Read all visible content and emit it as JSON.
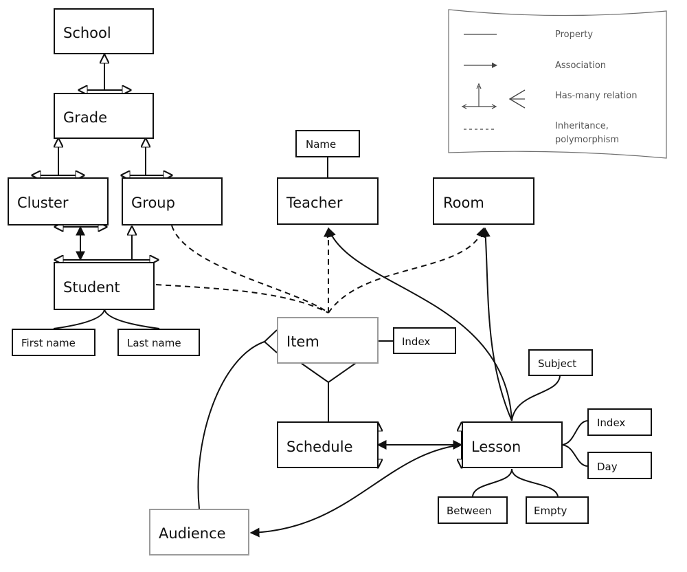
{
  "nodes": {
    "school": "School",
    "grade": "Grade",
    "cluster": "Cluster",
    "group": "Group",
    "student": "Student",
    "first_name": "First name",
    "last_name": "Last name",
    "name": "Name",
    "teacher": "Teacher",
    "room": "Room",
    "item": "Item",
    "index_item": "Index",
    "schedule": "Schedule",
    "lesson": "Lesson",
    "subject": "Subject",
    "index_lesson": "Index",
    "day": "Day",
    "between": "Between",
    "empty": "Empty",
    "audience": "Audience"
  },
  "legend": {
    "property": "Property",
    "association": "Association",
    "has_many": "Has-many relation",
    "inheritance_line1": "Inheritance,",
    "inheritance_line2": "polymorphism"
  },
  "colors": {
    "stroke": "#111111",
    "light_stroke": "#9a9a9a",
    "legend_text": "#555555"
  }
}
